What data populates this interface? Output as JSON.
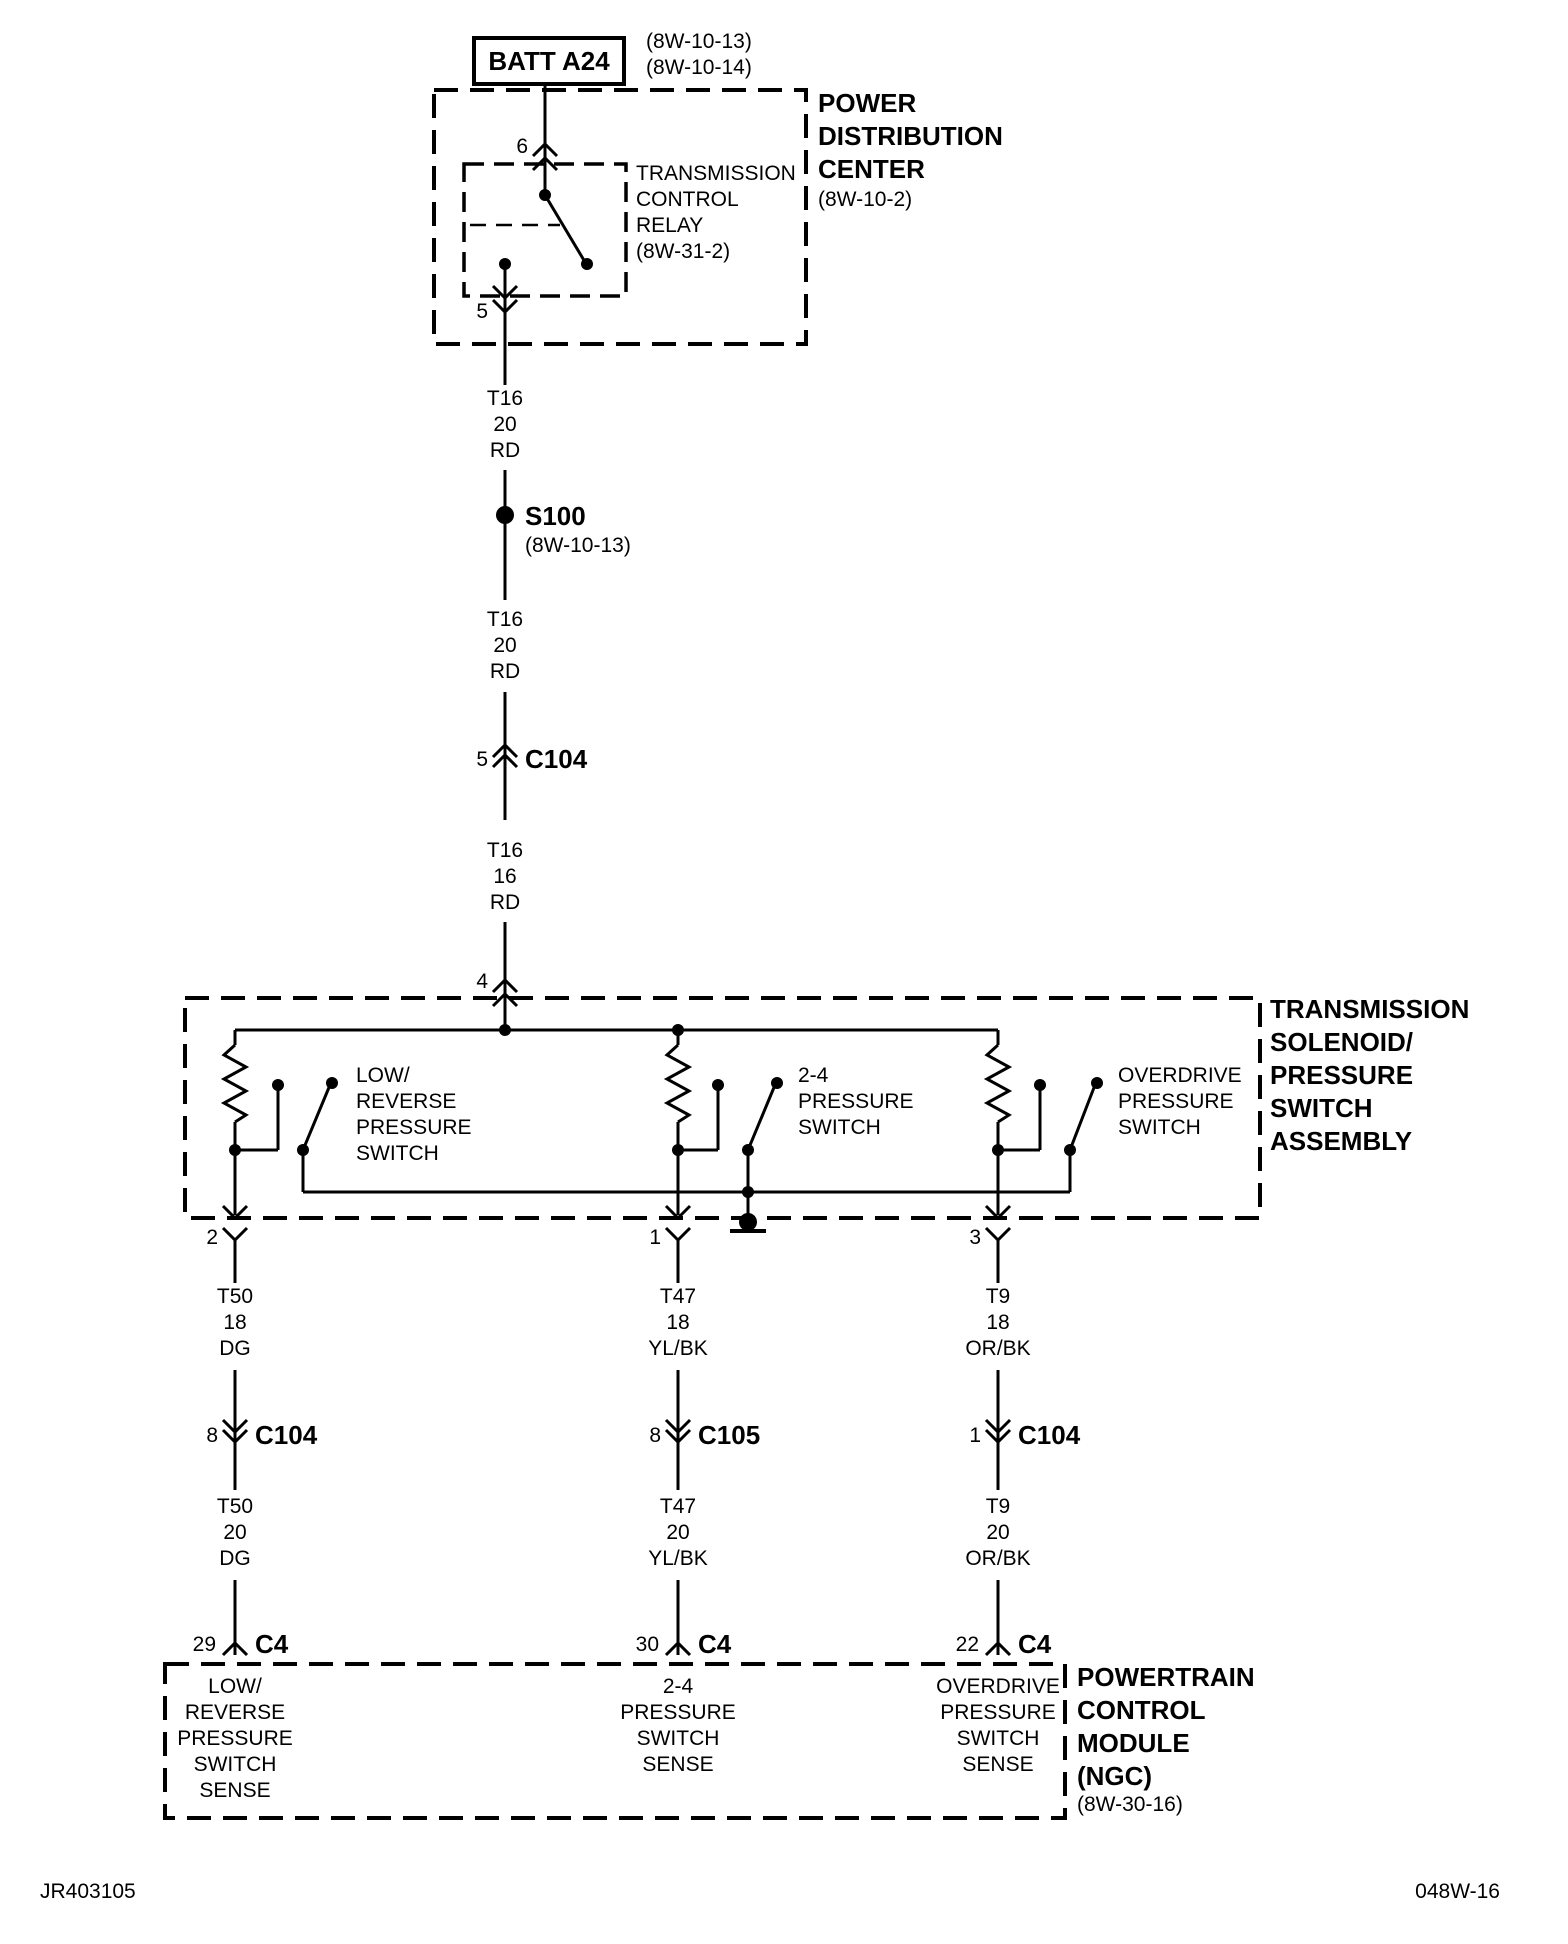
{
  "battery": {
    "label": "BATT A24",
    "refs": [
      "(8W-10-13)",
      "(8W-10-14)"
    ]
  },
  "pdc": {
    "title": [
      "POWER",
      "DISTRIBUTION",
      "CENTER"
    ],
    "ref": "(8W-10-2)",
    "pin_in": "6",
    "pin_out": "5"
  },
  "relay": {
    "label": [
      "TRANSMISSION",
      "CONTROL",
      "RELAY",
      "(8W-31-2)"
    ]
  },
  "wire_top_1": [
    "T16",
    "20",
    "RD"
  ],
  "splice": {
    "label": "S100",
    "ref": "(8W-10-13)"
  },
  "wire_top_2": [
    "T16",
    "20",
    "RD"
  ],
  "connector_top": {
    "pin": "5",
    "label": "C104"
  },
  "wire_top_3": [
    "T16",
    "16",
    "RD"
  ],
  "assembly": {
    "title": [
      "TRANSMISSION",
      "SOLENOID/",
      "PRESSURE",
      "SWITCH",
      "ASSEMBLY"
    ],
    "pin_in": "4",
    "switches": [
      {
        "label": [
          "LOW/",
          "REVERSE",
          "PRESSURE",
          "SWITCH"
        ],
        "pin": "2"
      },
      {
        "label": [
          "2-4",
          "PRESSURE",
          "SWITCH"
        ],
        "pin": "1"
      },
      {
        "label": [
          "OVERDRIVE",
          "PRESSURE",
          "SWITCH"
        ],
        "pin": "3"
      }
    ]
  },
  "branches": [
    {
      "wire_a": [
        "T50",
        "18",
        "DG"
      ],
      "conn_pin": "8",
      "conn": "C104",
      "wire_b": [
        "T50",
        "20",
        "DG"
      ],
      "pcm_pin": "29",
      "pcm_conn": "C4",
      "sense": [
        "LOW/",
        "REVERSE",
        "PRESSURE",
        "SWITCH",
        "SENSE"
      ]
    },
    {
      "wire_a": [
        "T47",
        "18",
        "YL/BK"
      ],
      "conn_pin": "8",
      "conn": "C105",
      "wire_b": [
        "T47",
        "20",
        "YL/BK"
      ],
      "pcm_pin": "30",
      "pcm_conn": "C4",
      "sense": [
        "2-4",
        "PRESSURE",
        "SWITCH",
        "SENSE"
      ]
    },
    {
      "wire_a": [
        "T9",
        "18",
        "OR/BK"
      ],
      "conn_pin": "1",
      "conn": "C104",
      "wire_b": [
        "T9",
        "20",
        "OR/BK"
      ],
      "pcm_pin": "22",
      "pcm_conn": "C4",
      "sense": [
        "OVERDRIVE",
        "PRESSURE",
        "SWITCH",
        "SENSE"
      ]
    }
  ],
  "pcm": {
    "title": [
      "POWERTRAIN",
      "CONTROL",
      "MODULE",
      "(NGC)"
    ],
    "ref": "(8W-30-16)"
  },
  "footer": {
    "left": "JR403105",
    "right": "048W-16"
  }
}
